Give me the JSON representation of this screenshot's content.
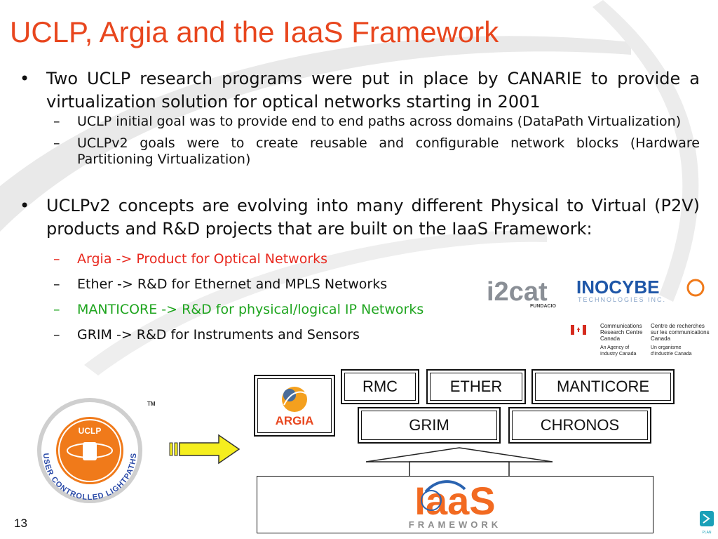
{
  "title": "UCLP, Argia and the IaaS Framework",
  "bullets": [
    {
      "text": "Two UCLP research programs were put in place by CANARIE to provide a virtualization solution for optical networks starting in 2001",
      "subs": [
        {
          "text": "UCLP initial goal was to provide end to end paths across domains (DataPath Virtualization)"
        },
        {
          "text": "UCLPv2 goals were to create reusable and configurable network blocks (Hardware Partitioning Virtualization)"
        }
      ]
    },
    {
      "text": "UCLPv2 concepts are evolving into many different Physical to Virtual (P2V) products and R&D projects that are built on the IaaS Framework:",
      "subs": [
        {
          "text": "Argia -> Product for Optical Networks",
          "color": "#e8281e"
        },
        {
          "text": "Ether -> R&D for Ethernet and MPLS Networks"
        },
        {
          "text": "MANTICORE -> R&D for physical/logical IP Networks",
          "color": "#1fa51f"
        },
        {
          "text": "GRIM -> R&D for Instruments and Sensors"
        }
      ]
    }
  ],
  "bullet_glyph": "•",
  "dash_glyph": "–",
  "boxes": {
    "rmc": "RMC",
    "ether": "ETHER",
    "manticore": "MANTICORE",
    "grim": "GRIM",
    "chronos": "CHRONOS"
  },
  "logos": {
    "argia": "ARGIA",
    "uclp_top": "UCLP",
    "uclp_ring": "USER CONTROLLED LIGHTPATHS",
    "uclp_tm": "TM",
    "iaas_main": "IaaS",
    "iaas_sub": "FRAMEWORK",
    "i2cat": "i2cat",
    "i2cat_sub": "FUNDACIO",
    "inocybe": "INOCYBE",
    "inocybe_sub": "TECHNOLOGIES INC.",
    "crc_en1": "Communications",
    "crc_en2": "Research Centre",
    "crc_en3": "Canada",
    "crc_fr1": "Centre de recherches",
    "crc_fr2": "sur les communications",
    "crc_fr3": "Canada",
    "crc_en4": "An Agency of",
    "crc_en5": "Industry Canada",
    "crc_fr4": "Un organisme",
    "crc_fr5": "d'Industrie Canada",
    "corner": "PLAN"
  },
  "page_number": "13",
  "colors": {
    "title": "#e8461e",
    "argia_red": "#e8281e",
    "manticore_green": "#1fa51f",
    "arrow_yellow": "#f5ee1e",
    "uclp_orange": "#f07a1a",
    "iaas_orange": "#f26a21",
    "iaas_blue": "#2a63b0",
    "swoosh_gray": "#e6e6e6"
  }
}
